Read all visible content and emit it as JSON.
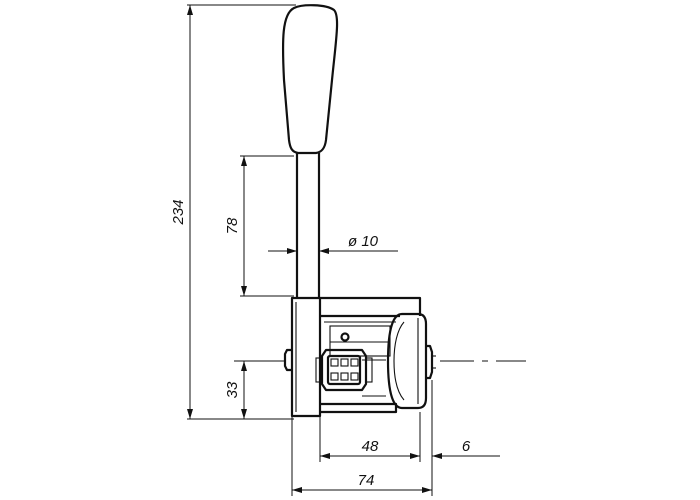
{
  "dimensions": {
    "overall_height": "234",
    "lever_length": "78",
    "diameter": "ø 10",
    "axis_height": "33",
    "body_width": "48",
    "offset": "6",
    "total_width": "74"
  }
}
